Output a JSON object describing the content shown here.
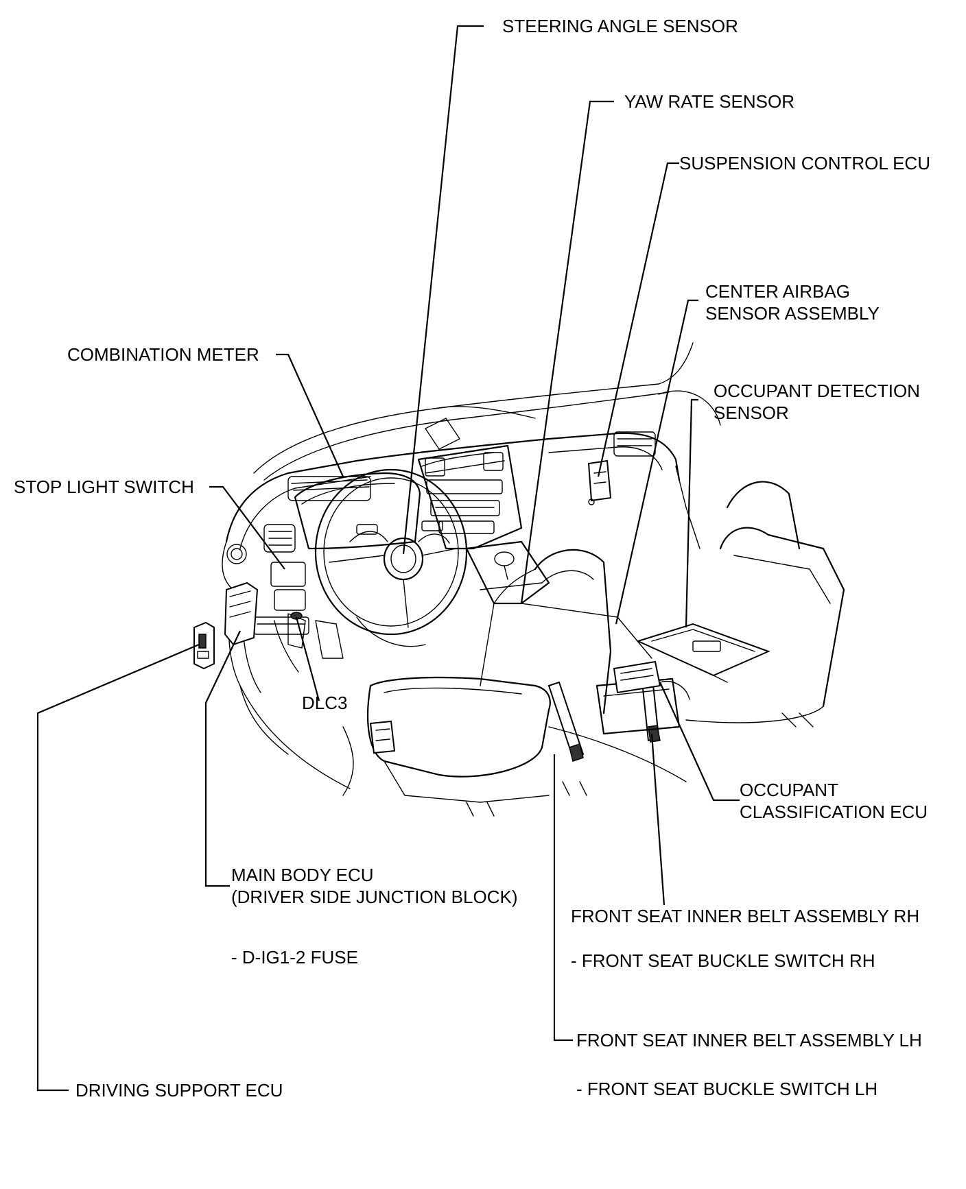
{
  "diagram": {
    "labels": {
      "steering_angle_sensor": "STEERING ANGLE SENSOR",
      "yaw_rate_sensor": "YAW RATE SENSOR",
      "suspension_control_ecu": "SUSPENSION CONTROL ECU",
      "center_airbag_line1": "CENTER AIRBAG",
      "center_airbag_line2": "SENSOR ASSEMBLY",
      "combination_meter": "COMBINATION METER",
      "occupant_detection_line1": "OCCUPANT DETECTION",
      "occupant_detection_line2": "SENSOR",
      "stop_light_switch": "STOP LIGHT SWITCH",
      "dlc3": "DLC3",
      "occupant_classification_line1": "OCCUPANT",
      "occupant_classification_line2": "CLASSIFICATION ECU",
      "main_body_ecu_line1": "MAIN BODY ECU",
      "main_body_ecu_line2": "(DRIVER SIDE JUNCTION BLOCK)",
      "d_ig1_2_fuse": "- D-IG1-2 FUSE",
      "front_seat_belt_rh": "FRONT SEAT INNER BELT ASSEMBLY RH",
      "front_seat_buckle_rh": "- FRONT SEAT BUCKLE SWITCH RH",
      "front_seat_belt_lh": "FRONT SEAT INNER BELT ASSEMBLY LH",
      "front_seat_buckle_lh": "- FRONT SEAT BUCKLE SWITCH LH",
      "driving_support_ecu": "DRIVING SUPPORT ECU"
    }
  }
}
